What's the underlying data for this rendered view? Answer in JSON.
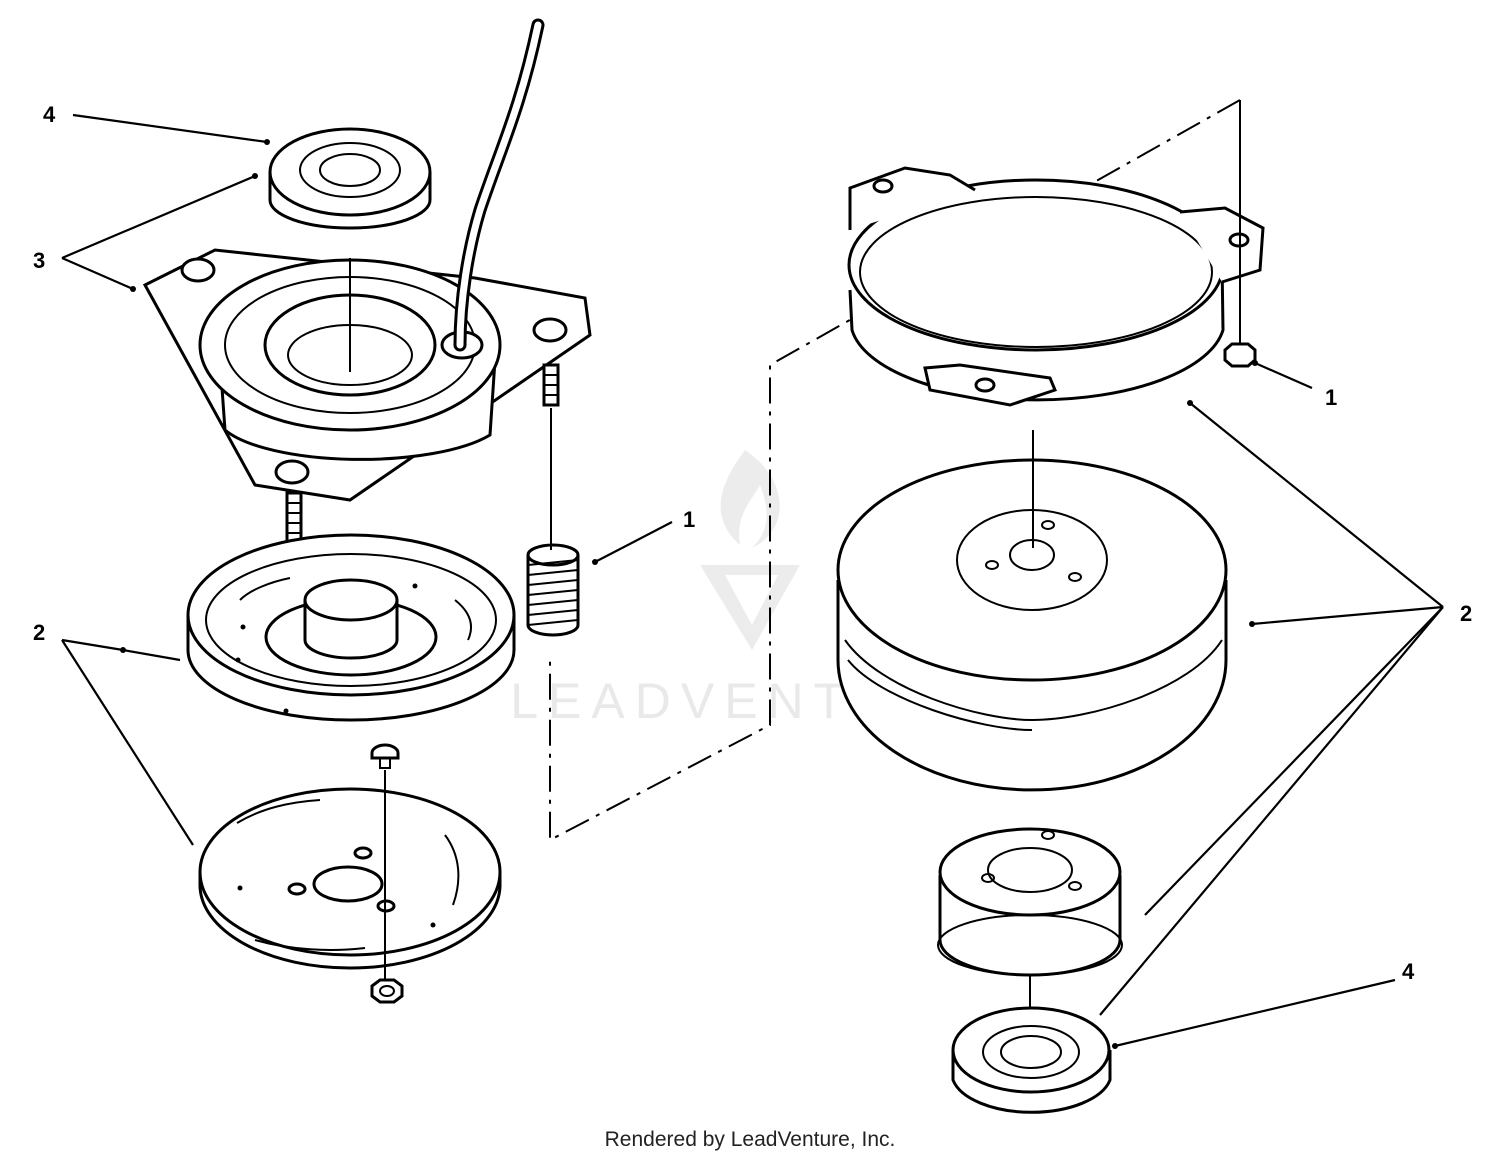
{
  "callouts": {
    "left_bearing": "4",
    "left_stator": "3",
    "left_rotor": "2",
    "left_spring": "1",
    "right_nut": "1",
    "right_pulley": "2",
    "right_bearing": "4"
  },
  "watermark": "LEADVENTURE",
  "footer": "Rendered by LeadVenture, Inc."
}
